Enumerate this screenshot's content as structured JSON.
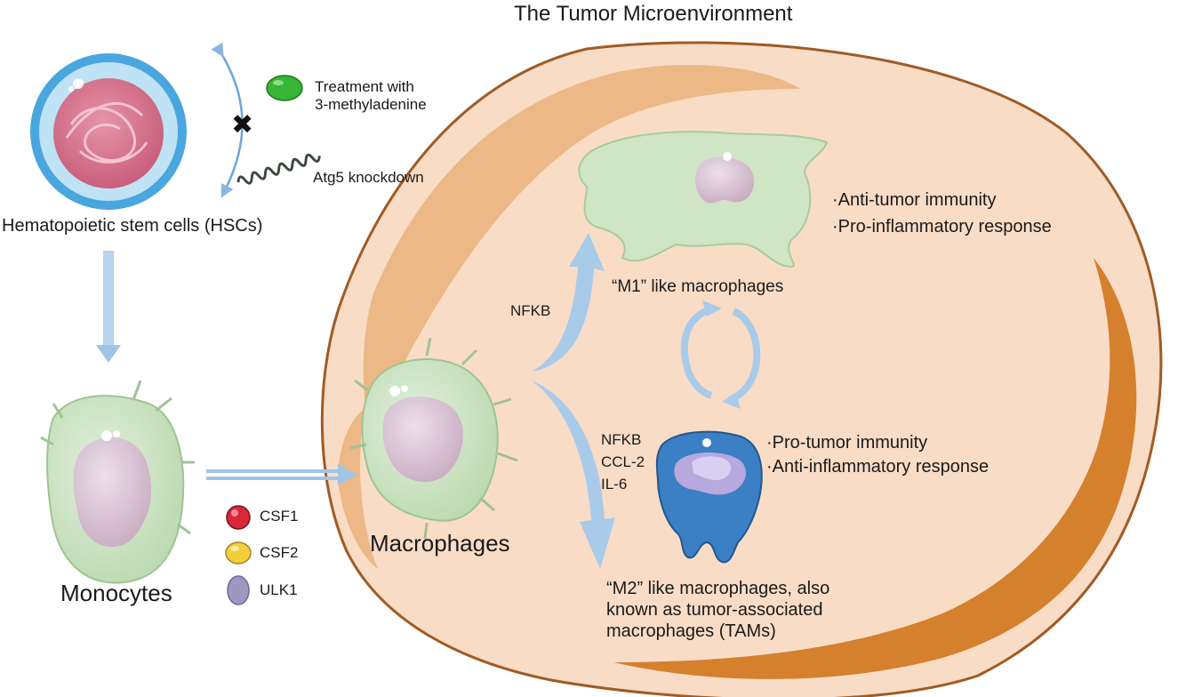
{
  "title": "The Tumor Microenvironment",
  "hsc": {
    "label": "Hematopoietic stem cells (HSCs)",
    "treatment_label": "Treatment with\n3-methyladenine",
    "knockdown_label": "Atg5 knockdown"
  },
  "monocytes": {
    "label": "Monocytes"
  },
  "legend": {
    "items": [
      {
        "label": "CSF1",
        "color": "#d8283a"
      },
      {
        "label": "CSF2",
        "color": "#f2cf3a"
      },
      {
        "label": "ULK1",
        "color": "#9f97c2"
      }
    ]
  },
  "macrophages": {
    "label": "Macrophages"
  },
  "m1": {
    "pathway_label": "NFKB",
    "label": "“M1” like macrophages",
    "effects": [
      "·Anti-tumor immunity",
      "·Pro-inflammatory response"
    ]
  },
  "m2": {
    "factors": [
      "NFKB",
      "CCL-2",
      "IL-6"
    ],
    "effects": [
      "·Pro-tumor immunity",
      "·Anti-inflammatory response"
    ],
    "label": "“M2” like macrophages, also\nknown as tumor-associated\nmacrophages (TAMs)"
  },
  "colors": {
    "tme_fill": "#f9dcc6",
    "tme_band": "#e9b47e",
    "tme_band_dark": "#d4802c",
    "cell_green": "#cfe5c6",
    "nucleus_purple": "#d9c3d3",
    "m2_blue": "#3b7fc4",
    "arrow_blue": "#9fc4e6",
    "hsc_blue": "#3f9fd8",
    "hsc_pink": "#d5788f"
  }
}
